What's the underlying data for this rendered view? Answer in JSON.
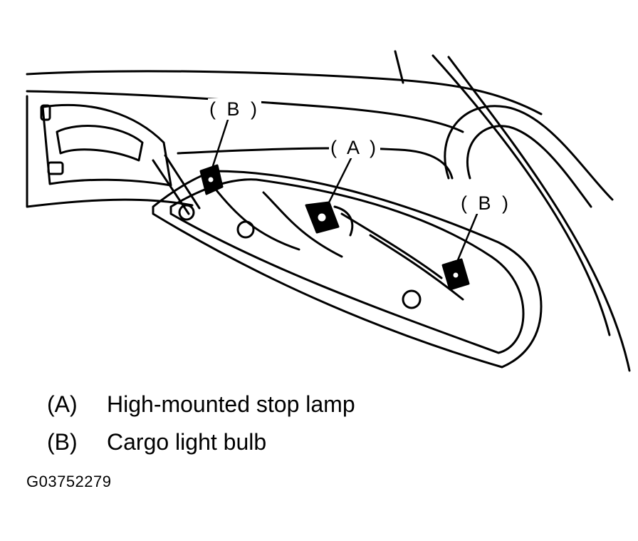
{
  "callouts": {
    "b_left": "( B )",
    "a_center": "( A )",
    "b_right": "( B )"
  },
  "legend": [
    {
      "key": "(A)",
      "text": "High-mounted stop lamp"
    },
    {
      "key": "(B)",
      "text": "Cargo light bulb"
    }
  ],
  "figure_id": "G03752279"
}
